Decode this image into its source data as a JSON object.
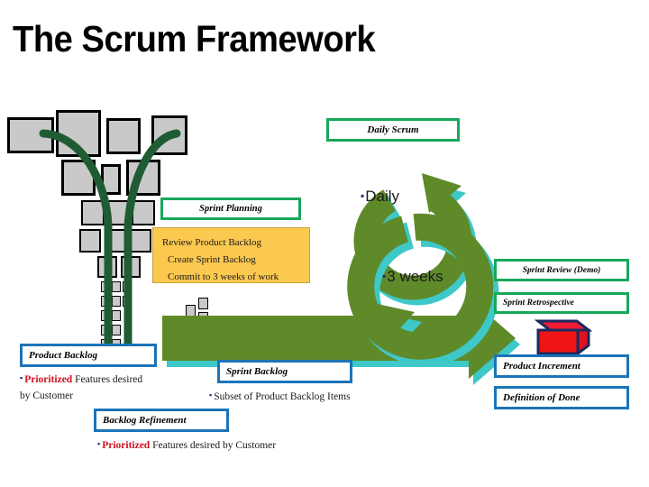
{
  "title": "The Scrum Framework",
  "colors": {
    "arrow_green": "#5f8a2a",
    "arrow_shadow_cyan": "#3ec8c8",
    "box_green": "#17a85a",
    "box_blue": "#1c74b8",
    "panel_yellow": "#fbc850",
    "increment_red": "#f01414",
    "increment_edge": "#1b2a5e",
    "accent_red_text": "#cf1020",
    "funnel_square_fill": "#c9c9c9",
    "funnel_curve_green": "#1f5c33"
  },
  "boxes": {
    "daily_scrum": "Daily Scrum",
    "sprint_planning": "Sprint Planning",
    "sprint_review": "Sprint Review  (Demo)",
    "sprint_retrospective": "Sprint Retrospective",
    "product_backlog": "Product Backlog",
    "sprint_backlog": "Sprint Backlog",
    "backlog_refinement": "Backlog Refinement",
    "product_increment": "Product Increment",
    "definition_of_done": "Definition of Done"
  },
  "sprint_planning_items": [
    "Review Product Backlog",
    "Create Sprint Backlog",
    "Commit to 3 weeks of work"
  ],
  "cycles": {
    "daily_label": "Daily",
    "sprint_label": "3 weeks",
    "bullet": "▪"
  },
  "captions": {
    "product_backlog": {
      "bullet": "▪",
      "highlight": "Prioritized",
      "rest": " Features desired by Customer"
    },
    "sprint_backlog": {
      "bullet": "▪",
      "text": "Subset of Product Backlog Items"
    },
    "backlog_refinement": {
      "bullet": "▪",
      "highlight": "Prioritized",
      "rest": " Features desired by Customer"
    }
  },
  "icons": {
    "funnel": "funnel-icon",
    "daily_cycle_arrow": "circular-arrow-icon",
    "sprint_cycle_arrow": "circular-arrow-icon",
    "flow_arrow": "right-arrow-icon",
    "increment_cube": "cube-icon"
  }
}
